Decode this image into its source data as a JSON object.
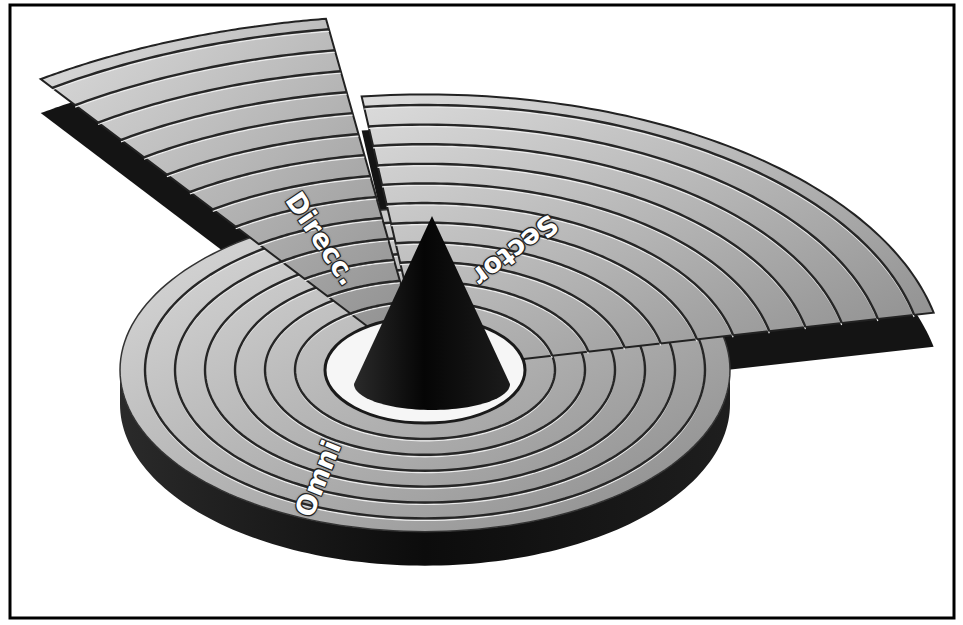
{
  "diagram": {
    "labels": [
      "Direcc.",
      "Sector",
      "Omni"
    ]
  }
}
